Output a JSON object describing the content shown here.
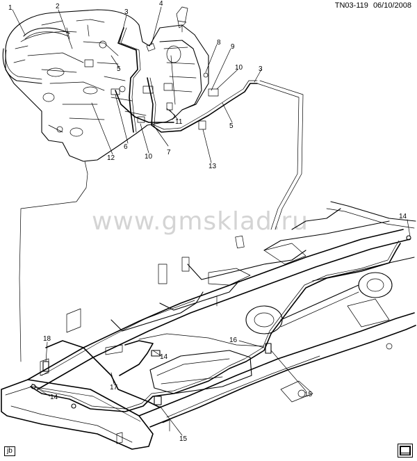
{
  "header": {
    "code": "TN03-119",
    "date": "06/10/2008"
  },
  "watermark": "www.gmsklad.ru",
  "footer": {
    "tag": "jb"
  },
  "icons": {
    "gm_logo": "gm-logo-icon"
  },
  "callouts": {
    "c1": "1",
    "c2": "2",
    "c3a": "3",
    "c3b": "3",
    "c4": "4",
    "c5a": "5",
    "c5b": "5",
    "c6": "6",
    "c7": "7",
    "c8": "8",
    "c9": "9",
    "c10a": "10",
    "c10b": "10",
    "c11": "11",
    "c12": "12",
    "c13": "13",
    "c14a": "14",
    "c14b": "14",
    "c14c": "14",
    "c15a": "15",
    "c15b": "15",
    "c16": "16",
    "c17": "17",
    "c18": "18"
  }
}
